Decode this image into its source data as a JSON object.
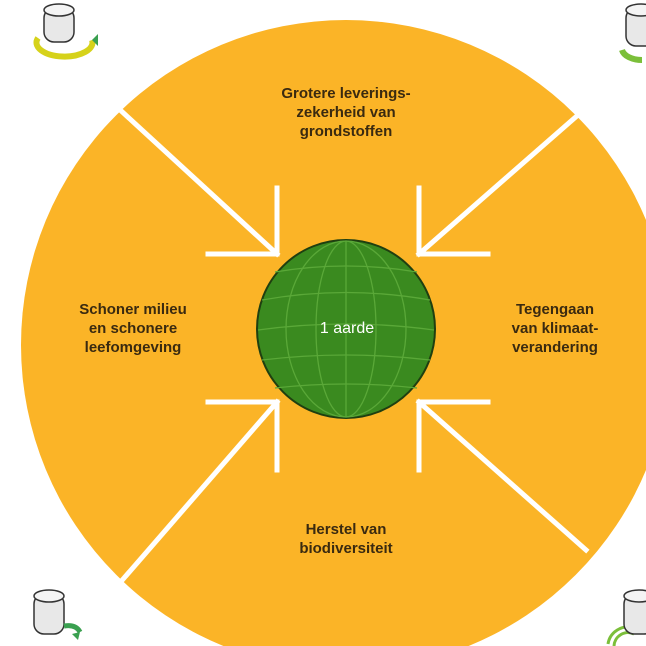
{
  "center": {
    "label": "1 aarde"
  },
  "segments": {
    "top": {
      "lines": [
        "Grotere leverings-",
        "zekerheid van",
        "grondstoffen"
      ]
    },
    "left": {
      "lines": [
        "Schoner milieu",
        "en schonere",
        "leefomgeving"
      ]
    },
    "right": {
      "lines": [
        "Tegengaan",
        "van klimaat-",
        "verandering"
      ]
    },
    "bottom": {
      "lines": [
        "Herstel van",
        "biodiversiteit"
      ]
    }
  },
  "colors": {
    "ring": "#fbb427",
    "earth": "#3a8a1f",
    "earth_lines": "#5aa838",
    "arrows": "#ffffff",
    "text": "#3a2a10"
  },
  "icons": [
    "rotate-knob-icon",
    "rotate-knob-icon",
    "rotate-knob-icon",
    "rotate-knob-icon"
  ]
}
